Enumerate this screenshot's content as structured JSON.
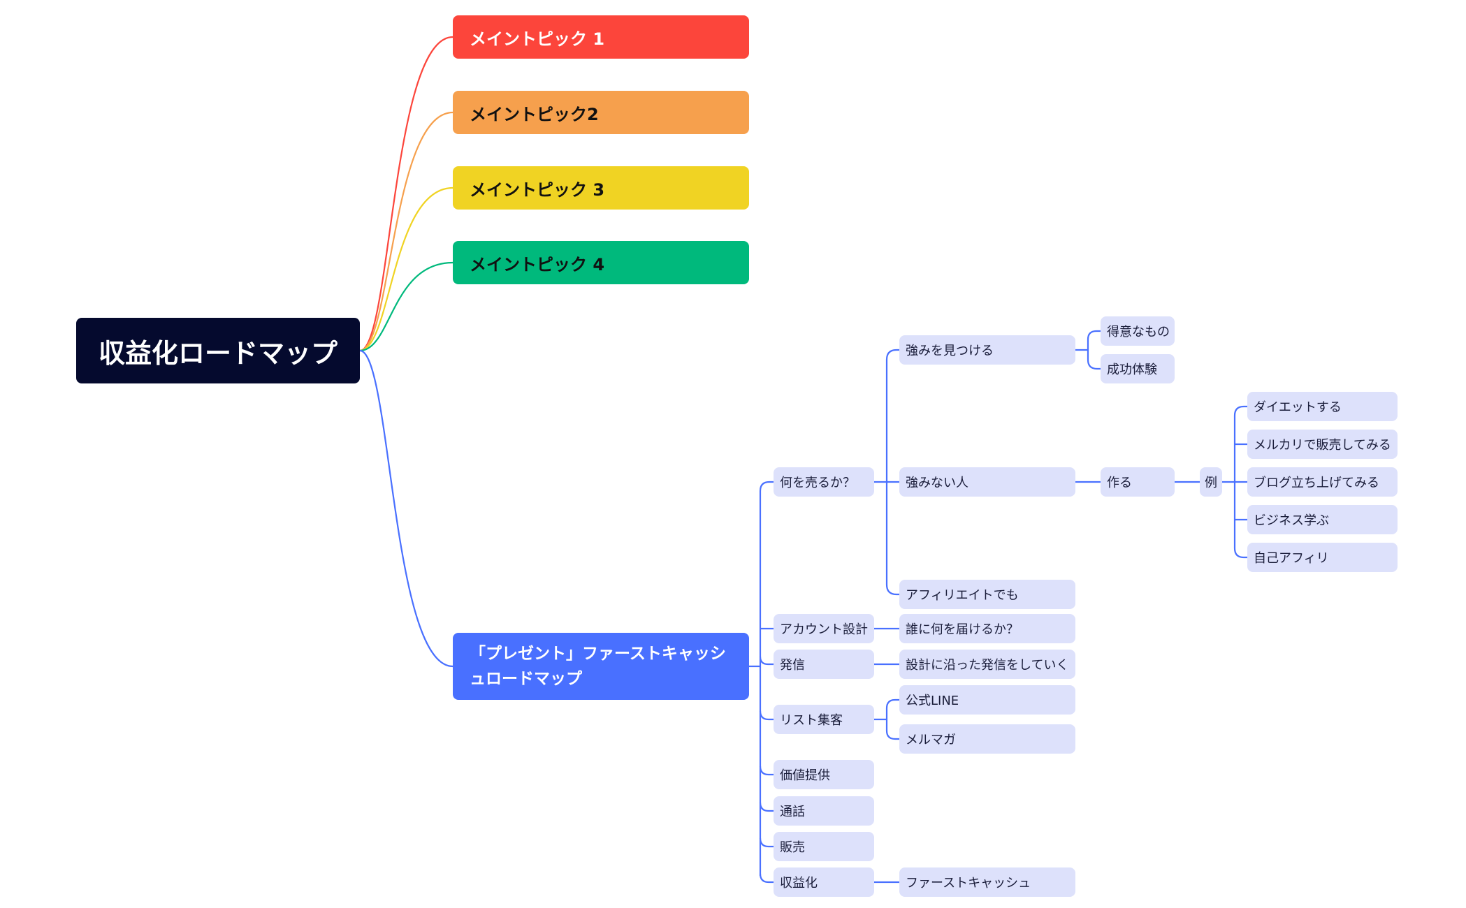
{
  "root": {
    "title": "収益化ロードマップ"
  },
  "main_topics": [
    {
      "label": "メイントピック 1",
      "color": "#fc453b"
    },
    {
      "label": "メイントピック2",
      "color": "#f6a04d"
    },
    {
      "label": "メイントピック 3",
      "color": "#f0d323"
    },
    {
      "label": "メイントピック 4",
      "color": "#00b97c"
    }
  ],
  "present": {
    "title": "「プレゼント」ファーストキャッシュロードマップ",
    "color": "#4970ff",
    "what_to_sell": {
      "label": "何を売るか？",
      "find_strength": {
        "label": "強みを見つける",
        "good_at": "得意なもの",
        "success": "成功体験"
      },
      "no_strength": {
        "label": "強みない人",
        "make": "作る",
        "example": "例",
        "examples": [
          "ダイエットする",
          "メルカリで販売してみる",
          "ブログ立ち上げてみる",
          "ビジネス学ぶ",
          "自己アフィリ"
        ]
      },
      "affiliate": "アフィリエイトでも"
    },
    "account_design": {
      "label": "アカウント設計",
      "child": "誰に何を届けるか？"
    },
    "posting": {
      "label": "発信",
      "child": "設計に沿った発信をしていく"
    },
    "list_building": {
      "label": "リスト集客",
      "line": "公式LINE",
      "mailmag": "メルマガ"
    },
    "value": "価値提供",
    "call": "通話",
    "sales": "販売",
    "monetize": {
      "label": "収益化",
      "child": "ファーストキャッシュ"
    }
  }
}
